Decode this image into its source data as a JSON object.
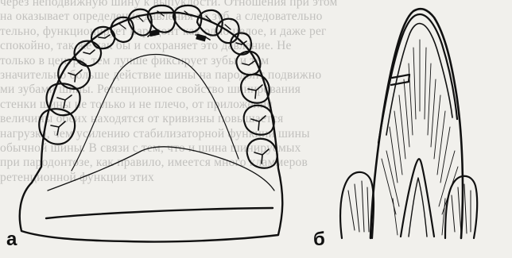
{
  "background_text": {
    "lines": [
      "через неподвижную шину к выпуклости. Отношения при этом",
      "на оказывает определение давления на зуб, а следовательно",
      "тельно, функционирует пародонт как одно целое, и даже рег",
      "спокойно, так же как бы и сохраняет это давление. Не",
      "только в центре, тем лучше фиксирует зубы и тем",
      "значительно больше действие шины на пародонт подвижно",
      "ми зубами шины. Ретенционное свойство шинирования",
      "стенки шины не только и не плечо, от приложения",
      "величины обеих находятся от кривизны повышается",
      "нагрузка, чем усилению стабилизаторной функции шины",
      "обычной шины. В связи с тем, что и шина шинируемых",
      "при пародонтозе, как правило, имеется много кламмеров",
      "ретенционной функции этих"
    ]
  },
  "figure": {
    "label_a": "а",
    "label_b": "б"
  },
  "colors": {
    "ink": "#111111",
    "paper": "#f1f0ec"
  }
}
